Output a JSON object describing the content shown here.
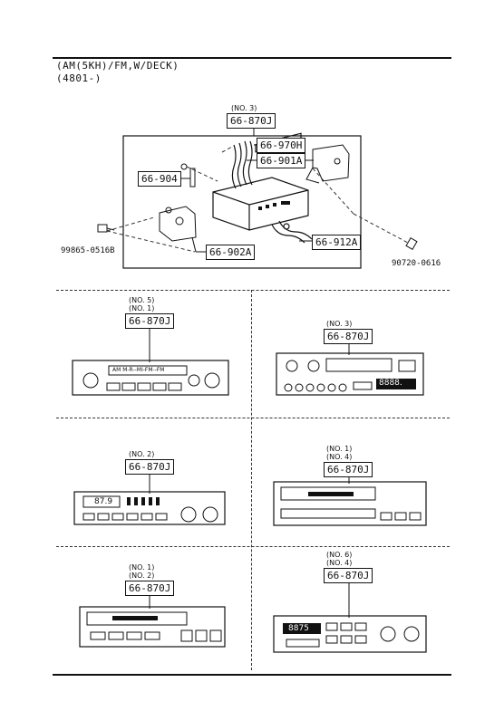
{
  "header": {
    "line1": "(AM(5KH)/FM,W/DECK)",
    "line2": "(4801-)"
  },
  "main": {
    "no_label": "(NO. 3)",
    "part_main": "66-870J",
    "parts": {
      "p970h": "66-970H",
      "p901a": "66-901A",
      "p904": "66-904",
      "p902a": "66-902A",
      "p912a": "66-912A"
    },
    "bolt_left": "99865-0516B",
    "bolt_right": "90720-0616"
  },
  "variants": [
    {
      "labels": [
        "(NO. 5)",
        "(NO. 1)"
      ],
      "part": "66-870J"
    },
    {
      "labels": [
        "(NO. 3)"
      ],
      "part": "66-870J"
    },
    {
      "labels": [
        "(NO. 2)"
      ],
      "part": "66-870J"
    },
    {
      "labels": [
        "(NO. 1)",
        "(NO. 4)"
      ],
      "part": "66-870J"
    },
    {
      "labels": [
        "(NO. 1)",
        "(NO. 2)"
      ],
      "part": "66-870J"
    },
    {
      "labels": [
        "(NO. 6)",
        "(NO. 4)"
      ],
      "part": "66-870J"
    }
  ],
  "radio_text": {
    "r1_display": "AM  M-R--MI-FM--FM",
    "r2_display": "8888.",
    "r3_display": "87.9",
    "r6_display": "8875"
  }
}
